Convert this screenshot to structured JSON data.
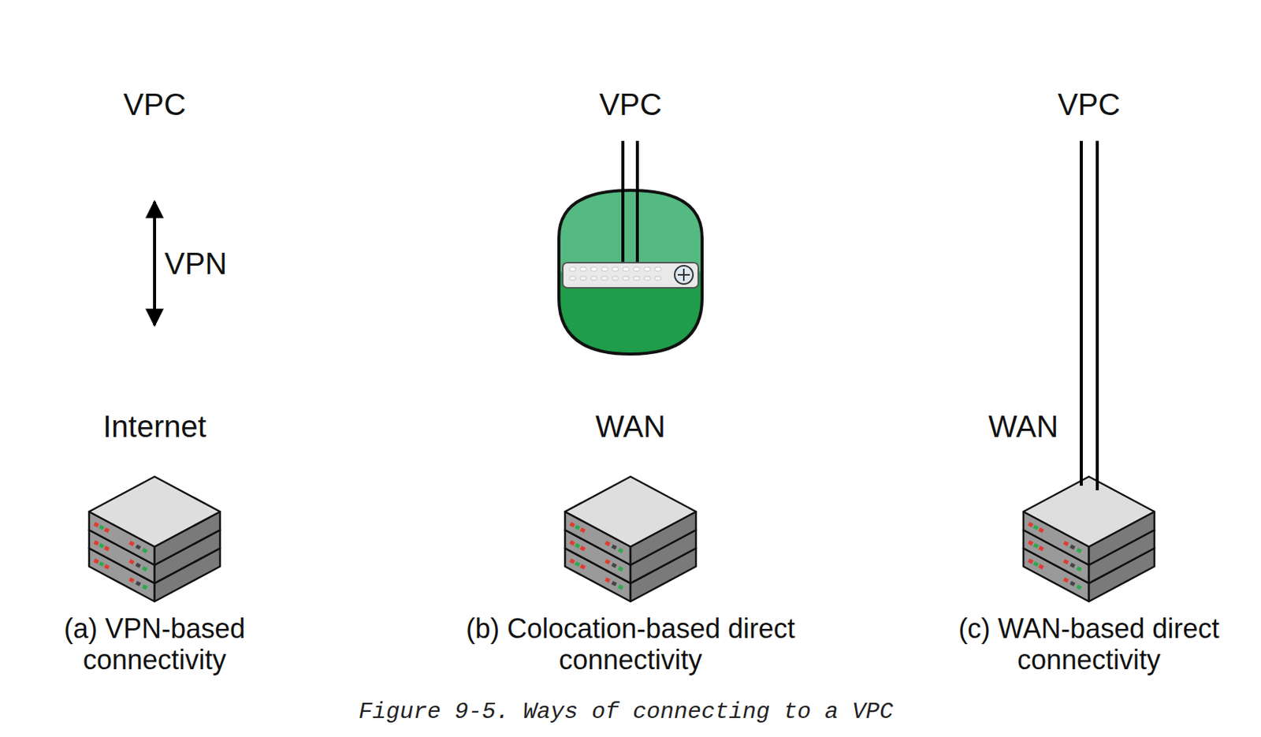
{
  "diagram": {
    "caption": "Figure 9-5. Ways of connecting to a VPC",
    "nodes": [
      {
        "text": [
          "VPC"
        ]
      },
      {
        "text": [
          "Internet"
        ]
      },
      {
        "text": [
          "VPC"
        ]
      },
      {
        "text": [
          "WAN"
        ]
      },
      {
        "text": [
          "VPC"
        ]
      },
      {
        "text": [
          "WAN"
        ]
      }
    ],
    "edges": [
      {
        "from": 0,
        "to": 1,
        "arrow": "both",
        "label": "VPN"
      }
    ],
    "labels": [
      "(a) VPN-based connectivity",
      "(b) Colocation-based direct connectivity",
      "(c) WAN-based direct connectivity"
    ]
  }
}
